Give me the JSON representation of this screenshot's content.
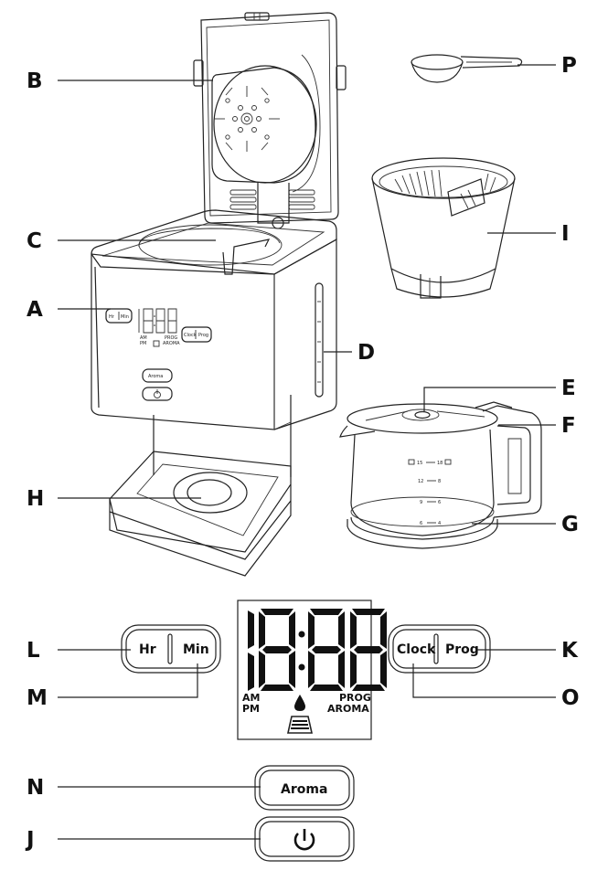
{
  "labels": {
    "A": "A",
    "B": "B",
    "C": "C",
    "D": "D",
    "E": "E",
    "F": "F",
    "G": "G",
    "H": "H",
    "I": "I",
    "J": "J",
    "K": "K",
    "L": "L",
    "M": "M",
    "N": "N",
    "O": "O",
    "P": "P"
  },
  "buttons": {
    "hr": "Hr",
    "min": "Min",
    "clock": "Clock",
    "prog": "Prog",
    "aroma": "Aroma",
    "power_icon": "power-icon"
  },
  "display": {
    "digits": "18:88",
    "am": "AM",
    "pm": "PM",
    "prog": "PROG",
    "aroma": "AROMA",
    "drop_icon": "drop-icon",
    "strength_icon": "strength-icon"
  },
  "carafe_marks": {
    "top_left": "15",
    "top_right": "18",
    "mid1_left": "12",
    "mid1_right": "8",
    "mid2_left": "9",
    "mid2_right": "6",
    "low_left": "6",
    "low_right": "4"
  },
  "mini": {
    "hr": "Hr",
    "min": "Min",
    "clock": "Clock",
    "prog": "Prog",
    "aroma": "Aroma",
    "am": "AM",
    "pm": "PM",
    "prog_txt": "PROG",
    "aroma_txt": "AROMA"
  }
}
